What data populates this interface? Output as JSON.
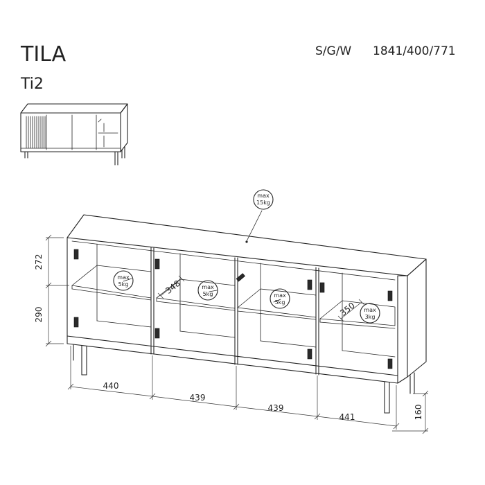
{
  "product": {
    "name": "TILA",
    "code": "Ti2",
    "dimension_label": "S/G/W",
    "dimension_value": "1841/400/771"
  },
  "load_labels": {
    "top": {
      "line1": "max",
      "line2": "15kg"
    },
    "shelf_1": {
      "line1": "max",
      "line2": "5kg"
    },
    "shelf_2": {
      "line1": "max",
      "line2": "5kg"
    },
    "shelf_3": {
      "line1": "max",
      "line2": "5kg"
    },
    "shelf_4": {
      "line1": "max",
      "line2": "3kg"
    }
  },
  "dimensions": {
    "upper_height": "272",
    "lower_height": "290",
    "leg_height": "160",
    "shelf_depth_1": "348",
    "shelf_depth_2": "350",
    "width_1": "440",
    "width_2": "439",
    "width_3": "439",
    "width_4": "441"
  },
  "icons": {
    "load_circle": "circle-badge",
    "hinge": "hinge-icon"
  }
}
